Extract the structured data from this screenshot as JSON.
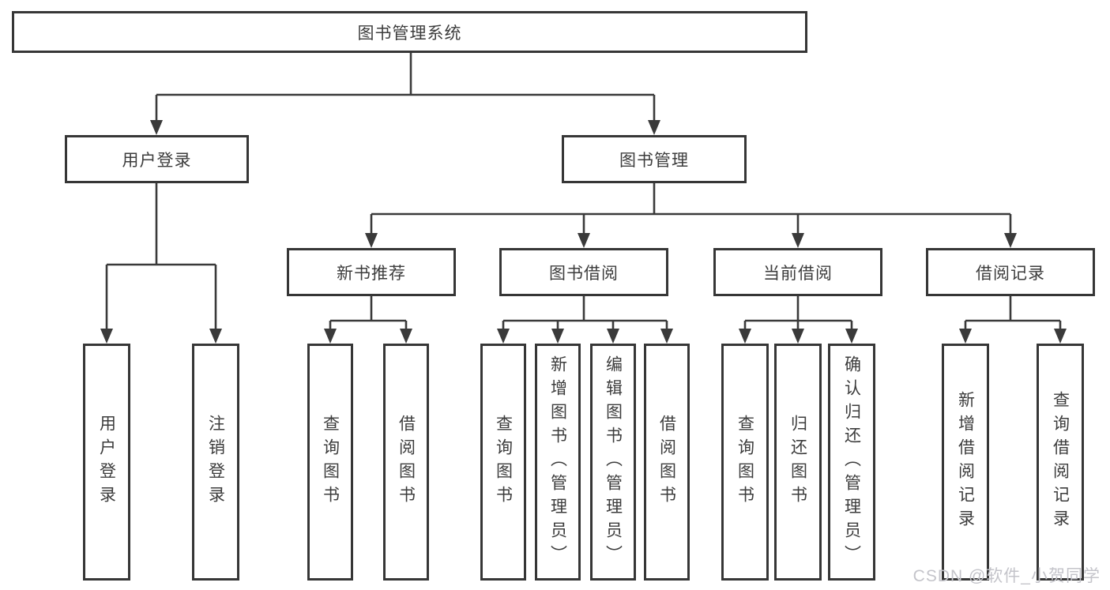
{
  "diagram": {
    "tree": {
      "label": "图书管理系统",
      "children": [
        {
          "label": "用户登录",
          "children": [
            {
              "label": "用户登录"
            },
            {
              "label": "注销登录"
            }
          ]
        },
        {
          "label": "图书管理",
          "children": [
            {
              "label": "新书推荐",
              "children": [
                {
                  "label": "查询图书"
                },
                {
                  "label": "借阅图书"
                }
              ]
            },
            {
              "label": "图书借阅",
              "children": [
                {
                  "label": "查询图书"
                },
                {
                  "label": "新增图书（管理员）"
                },
                {
                  "label": "编辑图书（管理员）"
                },
                {
                  "label": "借阅图书"
                }
              ]
            },
            {
              "label": "当前借阅",
              "children": [
                {
                  "label": "查询图书"
                },
                {
                  "label": "归还图书"
                },
                {
                  "label": "确认归还（管理员）"
                }
              ]
            },
            {
              "label": "借阅记录",
              "children": [
                {
                  "label": "新增借阅记录"
                },
                {
                  "label": "查询借阅记录"
                }
              ]
            }
          ]
        }
      ]
    },
    "watermark": {
      "text": "CSDN @软件_小贺同学"
    },
    "colors": {
      "line": "#3a3a3a",
      "box_border": "#363636",
      "text": "#3c3c3c",
      "watermark": "#c4c4ca",
      "background": "#ffffff"
    }
  }
}
